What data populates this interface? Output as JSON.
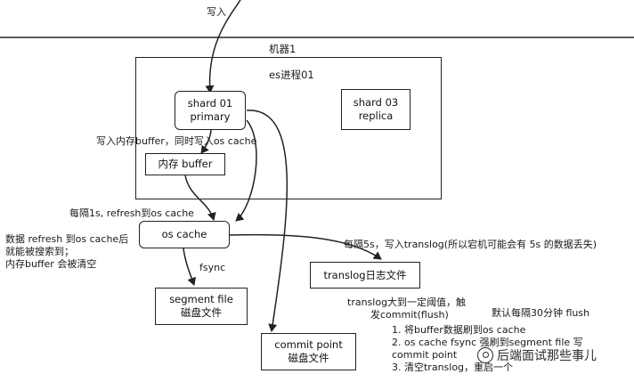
{
  "diagram": {
    "top_label": "写入",
    "machine_label": "机器1",
    "process_label": "es进程01",
    "shard_primary": {
      "line1": "shard 01",
      "line2": "primary"
    },
    "shard_replica": {
      "line1": "shard 03",
      "line2": "replica"
    },
    "write_note": "写入内存buffer，同时写入os cache",
    "memory_buffer": "内存 buffer",
    "refresh_note": "每隔1s, refresh到os cache",
    "os_cache": "os cache",
    "search_note": {
      "line1": "数据 refresh 到os cache后",
      "line2": "就能被搜索到；",
      "line3": "内存buffer 会被清空"
    },
    "translog_note": "每隔5s，写入translog(所以宕机可能会有 5s 的数据丢失)",
    "translog_file": "translog日志文件",
    "fsync_label": "fsync",
    "segment_file": {
      "line1": "segment file",
      "line2": "磁盘文件"
    },
    "commit_trigger": {
      "line1": "translog大到一定阈值，触",
      "line2": "发commit(flush)"
    },
    "flush_interval": "默认每隔30分钟 flush",
    "commit_steps": [
      "1. 将buffer数据刷到os cache",
      "2. os cache fsync 强刷到segment file 写",
      "commit point",
      "3. 清空translog，重启一个"
    ],
    "commit_point": {
      "line1": "commit point",
      "line2": "磁盘文件"
    },
    "watermark": "后端面试那些事儿"
  }
}
